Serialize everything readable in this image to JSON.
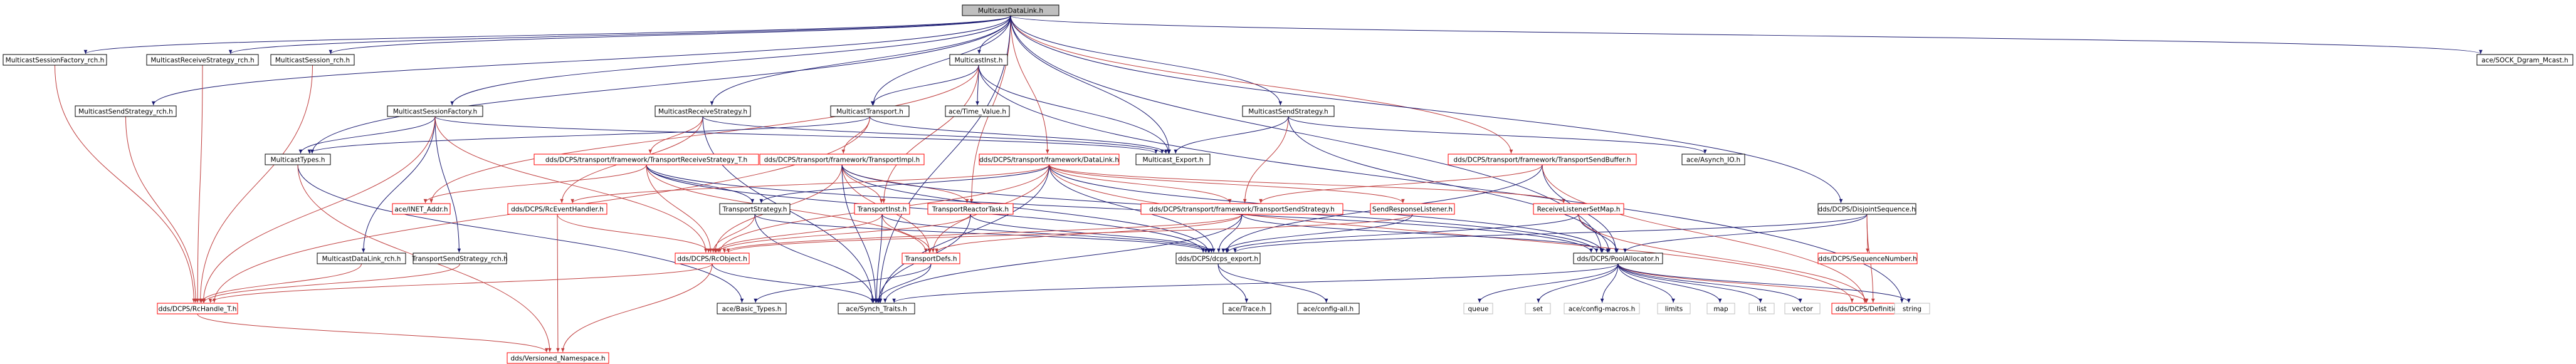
{
  "colors": {
    "edge_blue": "#191970",
    "edge_red": "#bf3c3c",
    "edge_purple": "#8b1a6f",
    "node_border_black": "#000000",
    "node_border_red": "#ff0000",
    "node_border_grey": "#bfbfbf",
    "root_fill": "#bfbfbf"
  },
  "nodes": [
    {
      "id": "root",
      "label": "MulticastDataLink.h",
      "kind": "root"
    },
    {
      "id": "msf_rch",
      "label": "MulticastSessionFactory_rch.h",
      "kind": "black"
    },
    {
      "id": "mrs_rch",
      "label": "MulticastReceiveStrategy_rch.h",
      "kind": "black"
    },
    {
      "id": "msess_rch",
      "label": "MulticastSession_rch.h",
      "kind": "black"
    },
    {
      "id": "minst",
      "label": "MulticastInst.h",
      "kind": "black"
    },
    {
      "id": "sock",
      "label": "ace/SOCK_Dgram_Mcast.h",
      "kind": "black"
    },
    {
      "id": "mss_rch",
      "label": "MulticastSendStrategy_rch.h",
      "kind": "black"
    },
    {
      "id": "msf",
      "label": "MulticastSessionFactory.h",
      "kind": "black"
    },
    {
      "id": "mrs",
      "label": "MulticastReceiveStrategy.h",
      "kind": "black"
    },
    {
      "id": "mtrans",
      "label": "MulticastTransport.h",
      "kind": "black"
    },
    {
      "id": "timeval",
      "label": "ace/Time_Value.h",
      "kind": "black"
    },
    {
      "id": "mss",
      "label": "MulticastSendStrategy.h",
      "kind": "black"
    },
    {
      "id": "mtypes",
      "label": "MulticastTypes.h",
      "kind": "black"
    },
    {
      "id": "rst",
      "label": "dds/DCPS/transport/framework/TransportReceiveStrategy_T.h",
      "kind": "red"
    },
    {
      "id": "timpl",
      "label": "dds/DCPS/transport/framework/TransportImpl.h",
      "kind": "red"
    },
    {
      "id": "mexp",
      "label": "Multicast_Export.h",
      "kind": "black"
    },
    {
      "id": "tdl",
      "label": "dds/DCPS/transport/framework/DataLink.h",
      "kind": "red"
    },
    {
      "id": "tsb",
      "label": "dds/DCPS/transport/framework/TransportSendBuffer.h",
      "kind": "red"
    },
    {
      "id": "asyncio",
      "label": "ace/Asynch_IO.h",
      "kind": "black"
    },
    {
      "id": "dseq",
      "label": "dds/DCPS/DisjointSequence.h",
      "kind": "black"
    },
    {
      "id": "inet",
      "label": "ace/INET_Addr.h",
      "kind": "red"
    },
    {
      "id": "rceh",
      "label": "dds/DCPS/RcEventHandler.h",
      "kind": "red"
    },
    {
      "id": "tstrat",
      "label": "TransportStrategy.h",
      "kind": "black"
    },
    {
      "id": "tinst",
      "label": "TransportInst.h",
      "kind": "red"
    },
    {
      "id": "trtask",
      "label": "TransportReactorTask.h",
      "kind": "red"
    },
    {
      "id": "tss",
      "label": "dds/DCPS/transport/framework/TransportSendStrategy.h",
      "kind": "red"
    },
    {
      "id": "srl",
      "label": "SendResponseListener.h",
      "kind": "red"
    },
    {
      "id": "rlsm",
      "label": "ReceiveListenerSetMap.h",
      "kind": "red"
    },
    {
      "id": "seqnum",
      "label": "dds/DCPS/SequenceNumber.h",
      "kind": "red"
    },
    {
      "id": "mdl_rch",
      "label": "MulticastDataLink_rch.h",
      "kind": "black"
    },
    {
      "id": "tss_rch",
      "label": "TransportSendStrategy_rch.h",
      "kind": "black"
    },
    {
      "id": "rcobj",
      "label": "dds/DCPS/RcObject.h",
      "kind": "red"
    },
    {
      "id": "tdefs",
      "label": "TransportDefs.h",
      "kind": "red"
    },
    {
      "id": "dexp",
      "label": "dds/DCPS/dcps_export.h",
      "kind": "black"
    },
    {
      "id": "pool",
      "label": "dds/DCPS/PoolAllocator.h",
      "kind": "black"
    },
    {
      "id": "rch",
      "label": "dds/DCPS/RcHandle_T.h",
      "kind": "red"
    },
    {
      "id": "btypes",
      "label": "ace/Basic_Types.h",
      "kind": "black"
    },
    {
      "id": "synch",
      "label": "ace/Synch_Traits.h",
      "kind": "black"
    },
    {
      "id": "trace",
      "label": "ace/Trace.h",
      "kind": "black"
    },
    {
      "id": "configall",
      "label": "ace/config-all.h",
      "kind": "black"
    },
    {
      "id": "queue",
      "label": "queue",
      "kind": "grey"
    },
    {
      "id": "set",
      "label": "set",
      "kind": "grey"
    },
    {
      "id": "cfgmac",
      "label": "ace/config-macros.h",
      "kind": "grey"
    },
    {
      "id": "limits",
      "label": "limits",
      "kind": "grey"
    },
    {
      "id": "map",
      "label": "map",
      "kind": "grey"
    },
    {
      "id": "list",
      "label": "list",
      "kind": "grey"
    },
    {
      "id": "vector",
      "label": "vector",
      "kind": "grey"
    },
    {
      "id": "defs",
      "label": "dds/DCPS/Definitions.h",
      "kind": "red"
    },
    {
      "id": "string",
      "label": "string",
      "kind": "grey"
    },
    {
      "id": "vns",
      "label": "dds/Versioned_Namespace.h",
      "kind": "red"
    }
  ],
  "edges": [
    [
      "root",
      "msf_rch"
    ],
    [
      "root",
      "mrs_rch"
    ],
    [
      "root",
      "msess_rch"
    ],
    [
      "root",
      "minst"
    ],
    [
      "root",
      "sock"
    ],
    [
      "root",
      "mss_rch"
    ],
    [
      "root",
      "msf"
    ],
    [
      "root",
      "mrs"
    ],
    [
      "root",
      "mtrans"
    ],
    [
      "root",
      "mss"
    ],
    [
      "root",
      "mtypes"
    ],
    [
      "root",
      "mexp"
    ],
    [
      "root",
      "tdl"
    ],
    [
      "root",
      "tsb"
    ],
    [
      "root",
      "dseq"
    ],
    [
      "root",
      "trtask"
    ],
    [
      "root",
      "pool"
    ],
    [
      "root",
      "synch"
    ],
    [
      "msf_rch",
      "rch"
    ],
    [
      "mrs_rch",
      "rch"
    ],
    [
      "msess_rch",
      "rch"
    ],
    [
      "mss_rch",
      "rch"
    ],
    [
      "minst",
      "timeval"
    ],
    [
      "minst",
      "mexp"
    ],
    [
      "minst",
      "mtrans"
    ],
    [
      "minst",
      "tinst"
    ],
    [
      "minst",
      "inet"
    ],
    [
      "minst",
      "string"
    ],
    [
      "msf",
      "mtypes"
    ],
    [
      "msf",
      "mexp"
    ],
    [
      "msf",
      "mdl_rch"
    ],
    [
      "msf",
      "rcobj"
    ],
    [
      "msf",
      "tss_rch"
    ],
    [
      "msf",
      "rch"
    ],
    [
      "mrs",
      "rst"
    ],
    [
      "mrs",
      "mexp"
    ],
    [
      "mrs",
      "rceh"
    ],
    [
      "mrs",
      "synch"
    ],
    [
      "mtrans",
      "mexp"
    ],
    [
      "mtrans",
      "timpl"
    ],
    [
      "mtrans",
      "mtypes"
    ],
    [
      "mtrans",
      "rch"
    ],
    [
      "mss",
      "mexp"
    ],
    [
      "mss",
      "tss"
    ],
    [
      "mss",
      "asyncio"
    ],
    [
      "mss",
      "pool"
    ],
    [
      "mtypes",
      "btypes"
    ],
    [
      "mtypes",
      "vns"
    ],
    [
      "mdl_rch",
      "rch"
    ],
    [
      "tss_rch",
      "rch"
    ],
    [
      "rst",
      "inet"
    ],
    [
      "rst",
      "tstrat"
    ],
    [
      "rst",
      "rcobj"
    ],
    [
      "rst",
      "dexp"
    ],
    [
      "rst",
      "pool"
    ],
    [
      "rst",
      "tdefs"
    ],
    [
      "timpl",
      "tinst"
    ],
    [
      "timpl",
      "trtask"
    ],
    [
      "timpl",
      "rcobj"
    ],
    [
      "timpl",
      "tdefs"
    ],
    [
      "timpl",
      "dexp"
    ],
    [
      "timpl",
      "pool"
    ],
    [
      "timpl",
      "synch"
    ],
    [
      "tdl",
      "tstrat"
    ],
    [
      "tdl",
      "tss"
    ],
    [
      "tdl",
      "srl"
    ],
    [
      "tdl",
      "rlsm"
    ],
    [
      "tdl",
      "rcobj"
    ],
    [
      "tdl",
      "tdefs"
    ],
    [
      "tdl",
      "dexp"
    ],
    [
      "tdl",
      "pool"
    ],
    [
      "tdl",
      "synch"
    ],
    [
      "tdl",
      "defs"
    ],
    [
      "tdl",
      "rceh"
    ],
    [
      "tsb",
      "tss"
    ],
    [
      "tsb",
      "pool"
    ],
    [
      "tsb",
      "defs"
    ],
    [
      "tsb",
      "dexp"
    ],
    [
      "dseq",
      "seqnum"
    ],
    [
      "dseq",
      "pool"
    ],
    [
      "dseq",
      "defs"
    ],
    [
      "dseq",
      "dexp"
    ],
    [
      "rceh",
      "rcobj"
    ],
    [
      "rceh",
      "vns"
    ],
    [
      "tstrat",
      "rcobj"
    ],
    [
      "tstrat",
      "dexp"
    ],
    [
      "tstrat",
      "synch"
    ],
    [
      "tinst",
      "rcobj"
    ],
    [
      "tinst",
      "tdefs"
    ],
    [
      "tinst",
      "dexp"
    ],
    [
      "tinst",
      "synch"
    ],
    [
      "trtask",
      "rcobj"
    ],
    [
      "trtask",
      "dexp"
    ],
    [
      "trtask",
      "synch"
    ],
    [
      "tss",
      "tdefs"
    ],
    [
      "tss",
      "dexp"
    ],
    [
      "tss",
      "pool"
    ],
    [
      "tss",
      "rcobj"
    ],
    [
      "tss",
      "synch"
    ],
    [
      "srl",
      "dexp"
    ],
    [
      "srl",
      "rcobj"
    ],
    [
      "rlsm",
      "dexp"
    ],
    [
      "rlsm",
      "pool"
    ],
    [
      "rlsm",
      "defs"
    ],
    [
      "rcobj",
      "rch"
    ],
    [
      "rcobj",
      "synch"
    ],
    [
      "rcobj",
      "vns"
    ],
    [
      "tdefs",
      "btypes"
    ],
    [
      "tdefs",
      "synch"
    ],
    [
      "dexp",
      "trace"
    ],
    [
      "dexp",
      "configall"
    ],
    [
      "pool",
      "queue"
    ],
    [
      "pool",
      "set"
    ],
    [
      "pool",
      "cfgmac"
    ],
    [
      "pool",
      "limits"
    ],
    [
      "pool",
      "map"
    ],
    [
      "pool",
      "list"
    ],
    [
      "pool",
      "vector"
    ],
    [
      "pool",
      "defs"
    ],
    [
      "pool",
      "string"
    ],
    [
      "pool",
      "synch"
    ],
    [
      "rch",
      "vns"
    ]
  ]
}
